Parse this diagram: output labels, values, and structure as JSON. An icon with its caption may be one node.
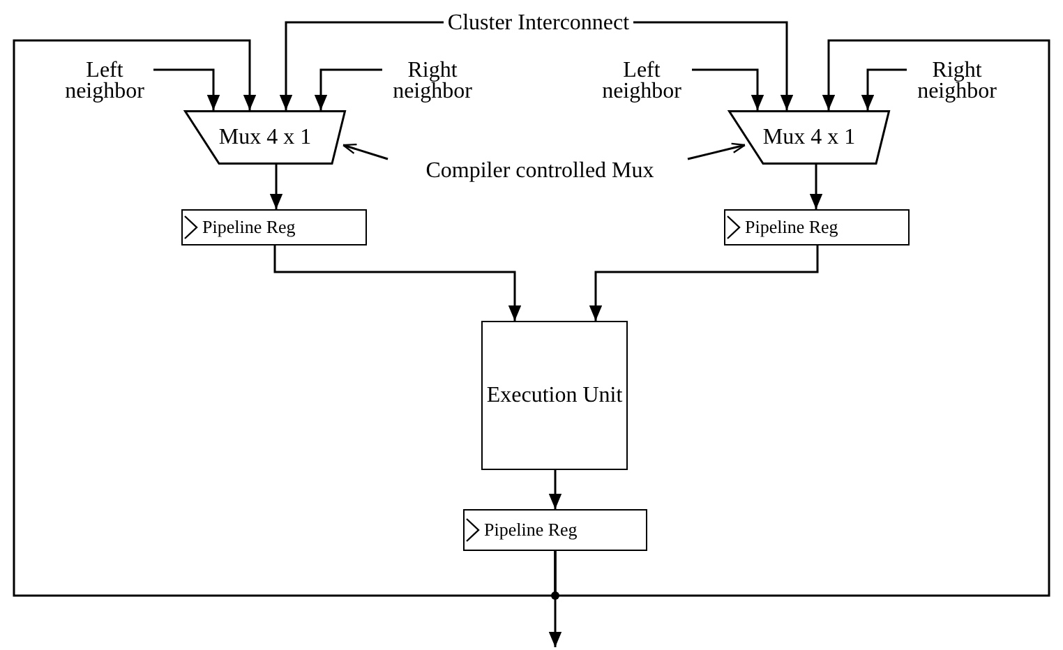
{
  "diagram": {
    "nodes": [
      {
        "text": [
          "Cluster Interconnect"
        ]
      },
      {
        "text": [
          "Left neighbor"
        ]
      },
      {
        "text": [
          "Right neighbor"
        ]
      },
      {
        "text": [
          "Mux 4 x 1"
        ]
      },
      {
        "text": [
          "Left neighbor"
        ]
      },
      {
        "text": [
          "Right neighbor"
        ]
      },
      {
        "text": [
          "Mux 4 x 1"
        ]
      },
      {
        "text": [
          "Compiler controlled Mux"
        ]
      },
      {
        "text": [
          "Pipeline Reg"
        ]
      },
      {
        "text": [
          "Pipeline Reg"
        ]
      },
      {
        "text": [
          "Execution Unit"
        ]
      },
      {
        "text": [
          "Pipeline Reg"
        ]
      }
    ],
    "edges": [
      {
        "from": 0,
        "to": 3,
        "arrow": "to"
      },
      {
        "from": 0,
        "to": 6,
        "arrow": "to"
      },
      {
        "from": 1,
        "to": 3,
        "arrow": "to"
      },
      {
        "from": 2,
        "to": 3,
        "arrow": "to"
      },
      {
        "from": 4,
        "to": 6,
        "arrow": "to"
      },
      {
        "from": 5,
        "to": 6,
        "arrow": "to"
      },
      {
        "from": 11,
        "to": 3,
        "arrow": "to"
      },
      {
        "from": 11,
        "to": 6,
        "arrow": "to"
      },
      {
        "from": 7,
        "to": 3,
        "arrow": "to"
      },
      {
        "from": 7,
        "to": 6,
        "arrow": "to"
      },
      {
        "from": 3,
        "to": 8,
        "arrow": "to"
      },
      {
        "from": 6,
        "to": 9,
        "arrow": "to"
      },
      {
        "from": 8,
        "to": 10,
        "arrow": "to"
      },
      {
        "from": 9,
        "to": 10,
        "arrow": "to"
      },
      {
        "from": 10,
        "to": 11,
        "arrow": "to"
      },
      {
        "from": 11,
        "to": null,
        "arrow": "to"
      }
    ]
  }
}
